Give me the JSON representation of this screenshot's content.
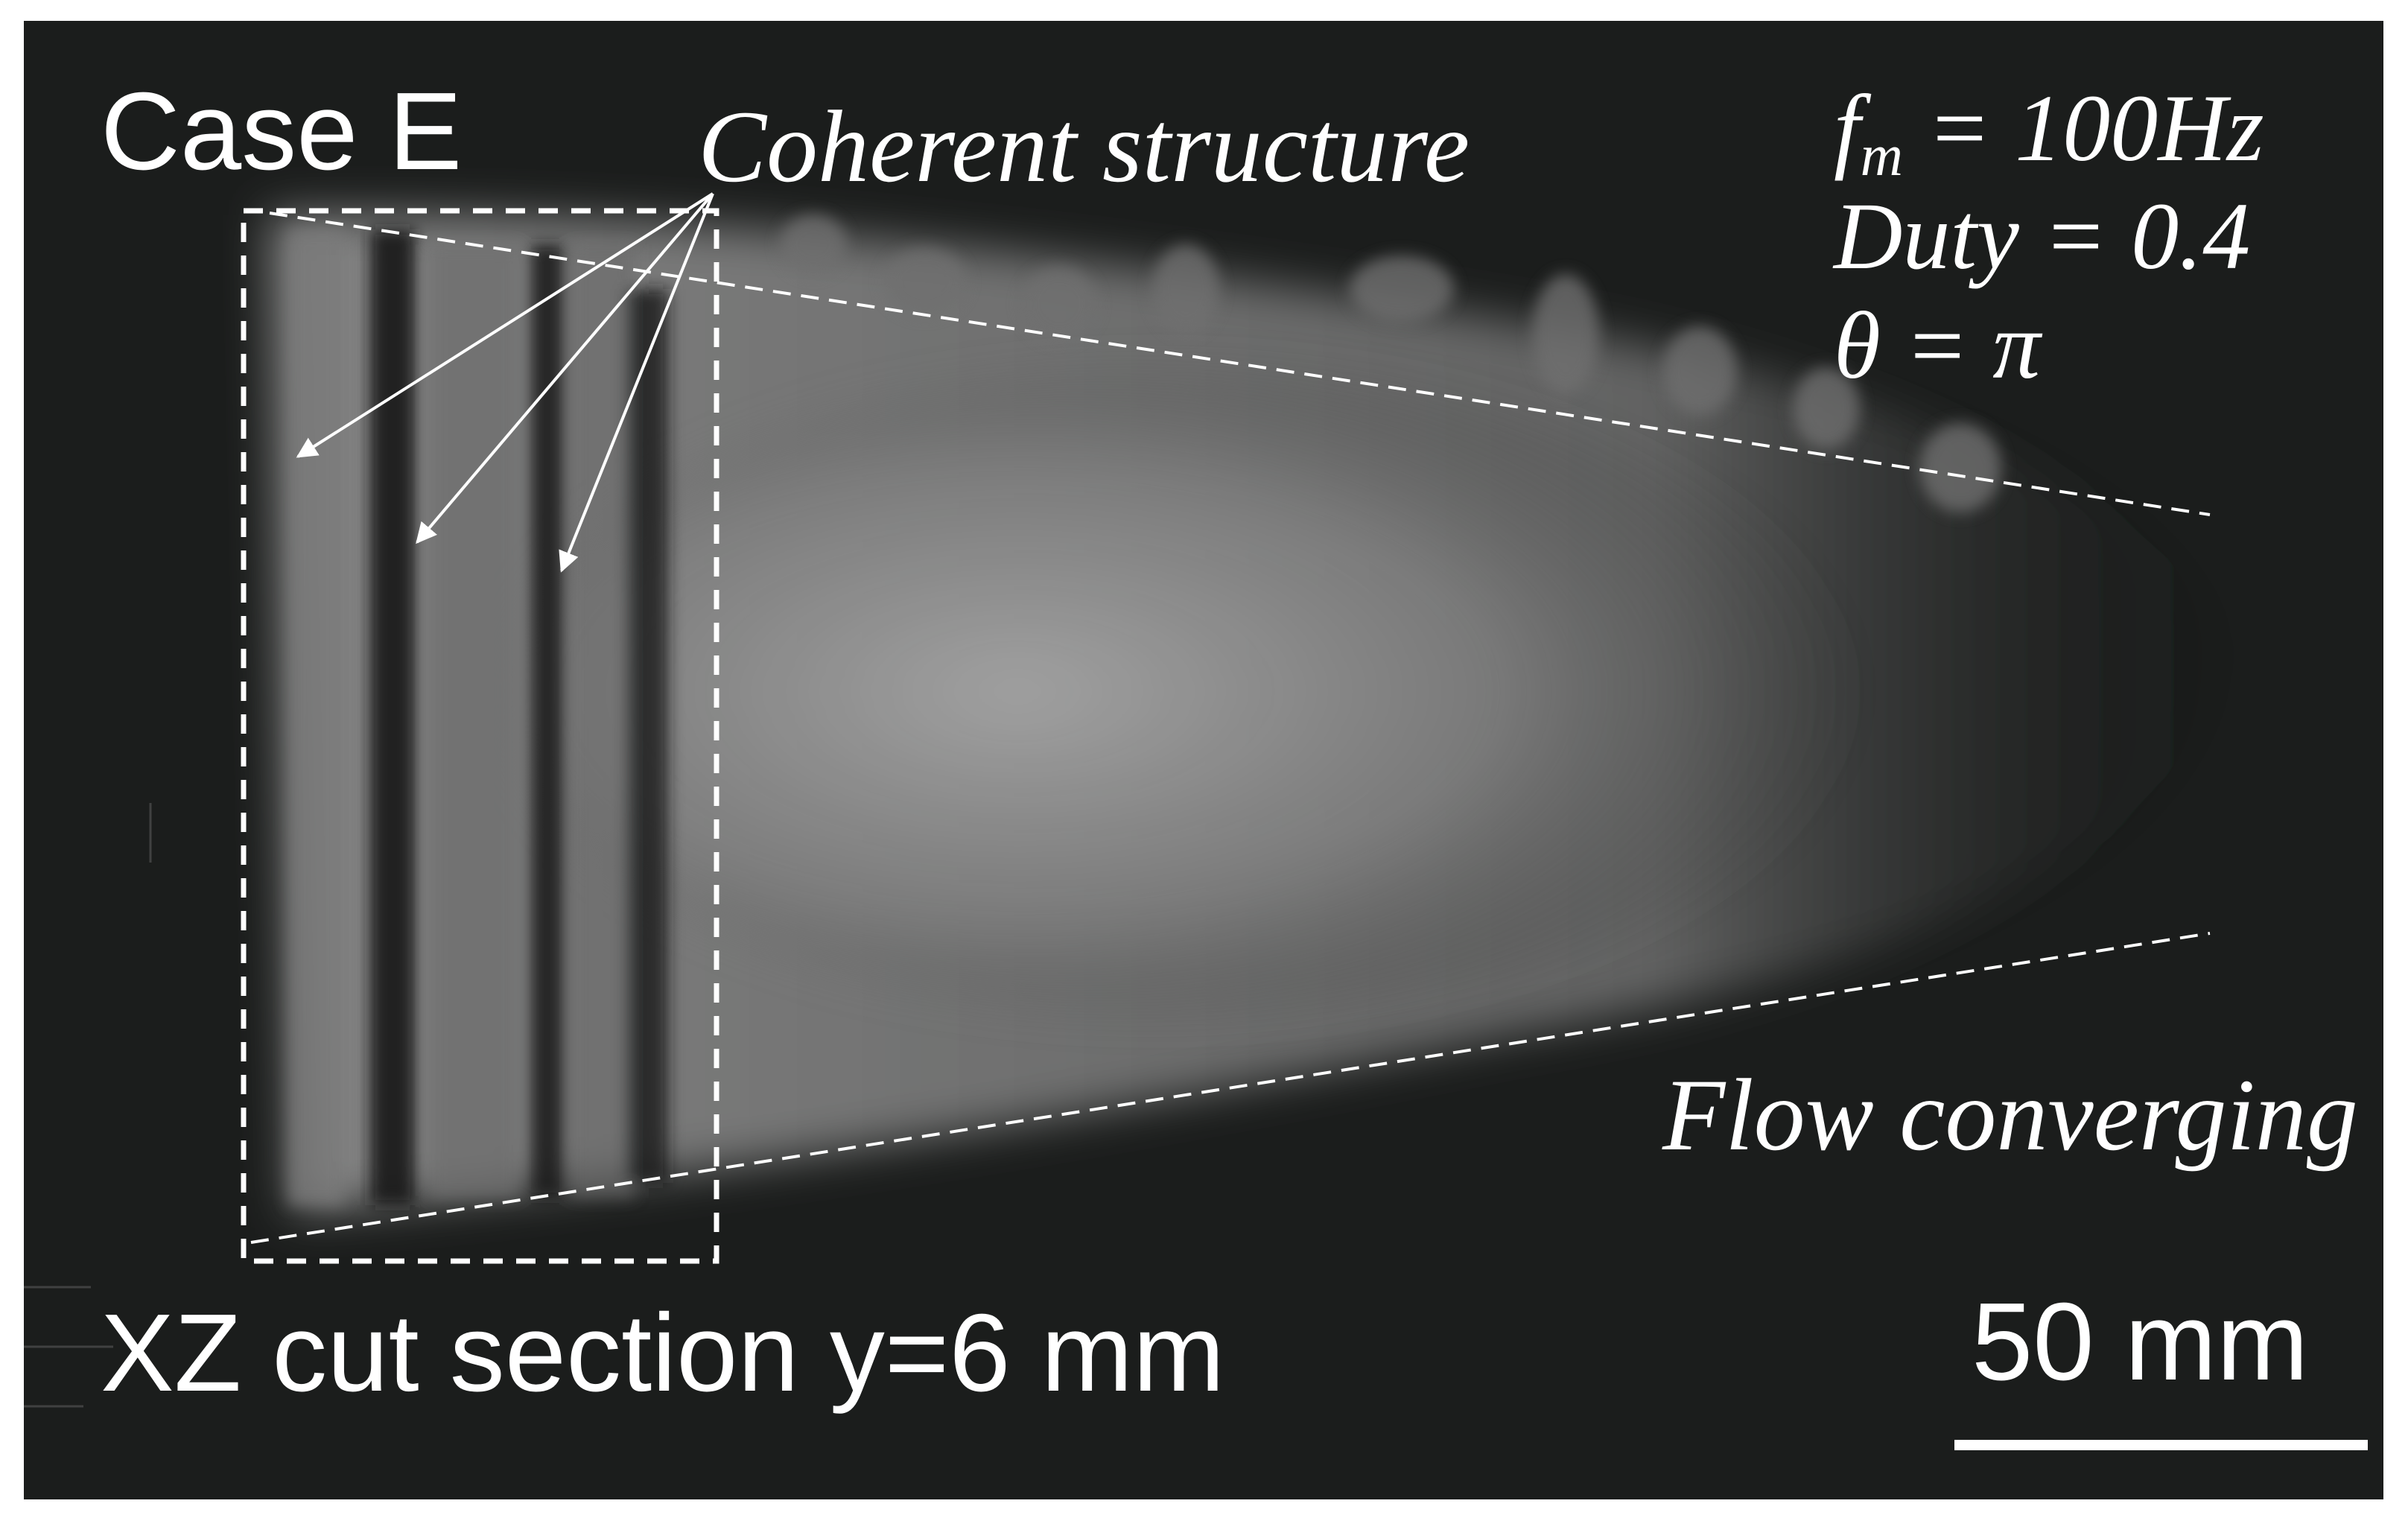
{
  "labels": {
    "case": "Case E",
    "coherent_structure": "Coherent structure",
    "fm_symbol": "f",
    "fm_subscript": "m",
    "fm_value": " = 100Hz",
    "duty": "Duty = 0.4",
    "theta": "θ = π",
    "flow_converging": "Flow converging",
    "cut_section": "XZ cut section y=6 mm",
    "scale": "50 mm"
  },
  "colors": {
    "background": "#1b1d1c",
    "text": "#ffffff",
    "smoke": "#9a9a9a"
  }
}
